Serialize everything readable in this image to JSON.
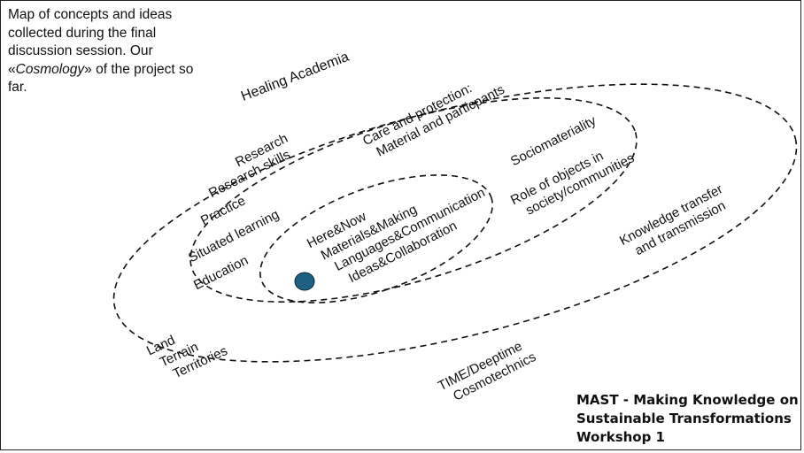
{
  "intro": {
    "line1": "Map of concepts and ideas",
    "line2": "collected during the final",
    "line3": "discussion session. Our",
    "line4_pre": "«",
    "line4_italic": "Cosmology",
    "line4_post": "» of the project so",
    "line5": "far."
  },
  "credit": {
    "line1": "MAST - Making Knowledge on",
    "line2": "Sustainable Transformations",
    "line3": "Workshop 1"
  },
  "rings": {
    "outer": {
      "top_label": "Healing Academia",
      "right_label": [
        "Knowledge transfer",
        "and transmission"
      ],
      "left_label": [
        "Land",
        "Terrain",
        "Territories"
      ],
      "bottom_label": [
        "TIME/Deeptime",
        "Cosmotechnics"
      ]
    },
    "middle": {
      "left_items": [
        "Research",
        "Research skills",
        "Practice",
        "Situated learning",
        "Education"
      ],
      "top_label": [
        "Care and protection:",
        "Material and particpants"
      ],
      "right_items": [
        "Sociomateriality",
        "Role of objects in",
        "society/communities"
      ]
    },
    "inner": {
      "items": [
        "Here&Now",
        "Materials&Making",
        "Languages&Communication",
        "Ideas&Collaboration"
      ]
    }
  },
  "center_dot_color": "#1f5f82"
}
